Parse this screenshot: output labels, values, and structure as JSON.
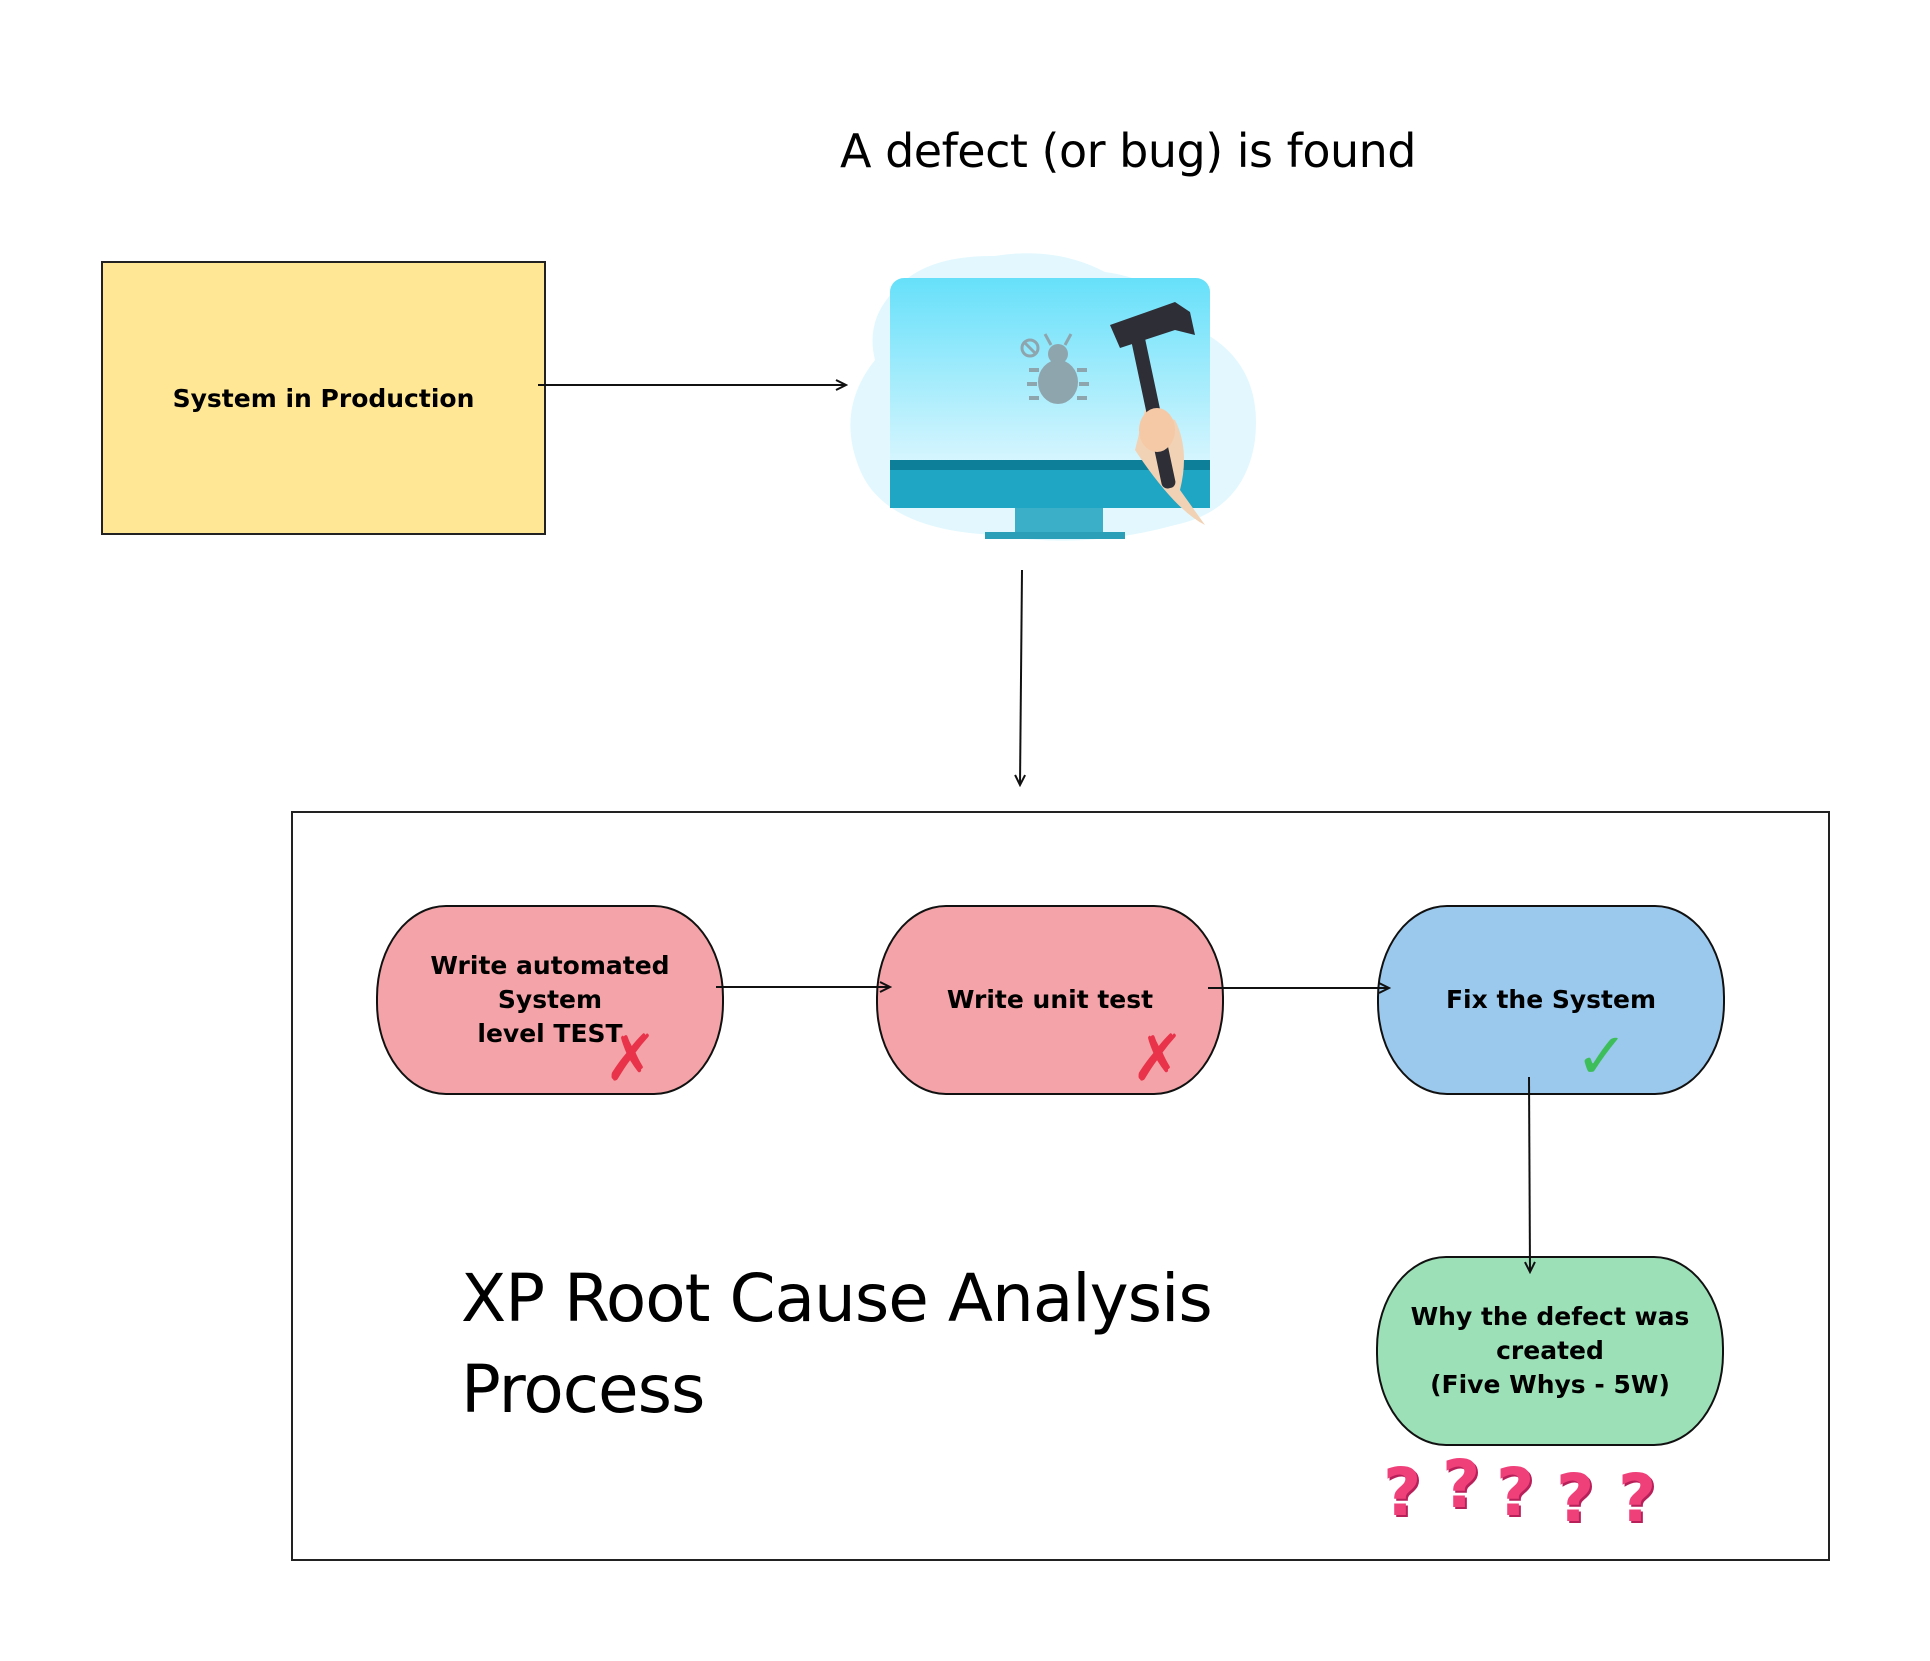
{
  "header": {
    "title": "A defect (or bug) is found"
  },
  "source": {
    "label": "System in Production"
  },
  "process": {
    "title_line1": "XP Root Cause Analysis",
    "title_line2": "Process",
    "steps": [
      {
        "label_line1": "Write automated System",
        "label_line2": "level TEST",
        "fill": "#F4A4A8",
        "status_icon": "cross-mark",
        "status_glyph": "✗",
        "status_color": "#E8334A"
      },
      {
        "label_line1": "Write unit test",
        "label_line2": "",
        "fill": "#F4A4A8",
        "status_icon": "cross-mark",
        "status_glyph": "✗",
        "status_color": "#E8334A"
      },
      {
        "label_line1": "Fix the System",
        "label_line2": "",
        "fill": "#9BC9EE",
        "status_icon": "check-mark",
        "status_glyph": "✓",
        "status_color": "#3DBE5A"
      }
    ],
    "analysis": {
      "label_line1": "Why the defect was",
      "label_line2": "created",
      "label_line3": "(Five Whys - 5W)",
      "fill": "#9CE0B8",
      "question_icons": [
        "?",
        "?",
        "?",
        "?",
        "?"
      ]
    }
  },
  "colors": {
    "yellow": "#FFE796",
    "pink": "#F4A4A8",
    "blue": "#9BC9EE",
    "green": "#9CE0B8",
    "question": "#F0407A"
  }
}
